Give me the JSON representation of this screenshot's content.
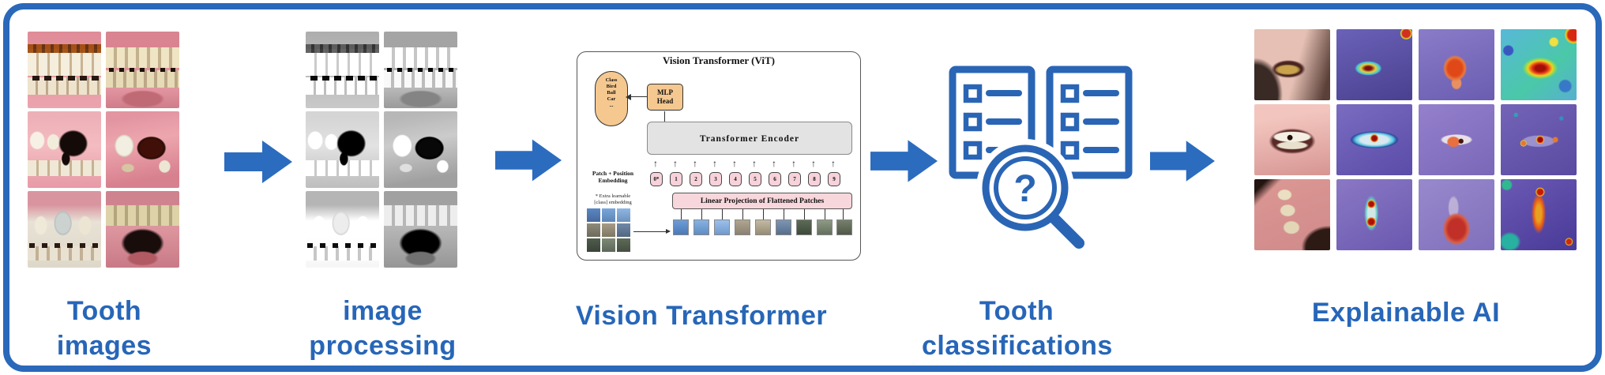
{
  "theme": {
    "frame_blue": "#2a68ba",
    "arrow_blue": "#2b6cbf",
    "label_blue": "#2766b8",
    "vit_orange": "#f5c890",
    "vit_pink": "#f8d7dc",
    "vit_gray": "#e3e3e3"
  },
  "steps": [
    {
      "id": "tooth-images",
      "lines": [
        "Tooth",
        "images"
      ]
    },
    {
      "id": "image-processing",
      "lines": [
        "image",
        "processing"
      ]
    },
    {
      "id": "vision-transformer",
      "lines": [
        "Vision Transformer"
      ]
    },
    {
      "id": "tooth-classifications",
      "lines": [
        "Tooth",
        "classifications"
      ]
    },
    {
      "id": "explainable-ai",
      "lines": [
        "Explainable AI"
      ]
    }
  ],
  "vit": {
    "title": "Vision Transformer (ViT)",
    "class_lines": [
      "Class",
      "Bird",
      "Ball",
      "Car",
      "..."
    ],
    "mlp": [
      "MLP",
      "Head"
    ],
    "encoder": "Transformer Encoder",
    "patch_pos": [
      "Patch + Position",
      "Embedding"
    ],
    "note": [
      "* Extra learnable",
      "[class] embedding"
    ],
    "projection": "Linear Projection of Flattened Patches",
    "tokens": [
      "0*",
      "1",
      "2",
      "3",
      "4",
      "5",
      "6",
      "7",
      "8",
      "9"
    ]
  },
  "classification_icon": {
    "question_mark": "?"
  }
}
